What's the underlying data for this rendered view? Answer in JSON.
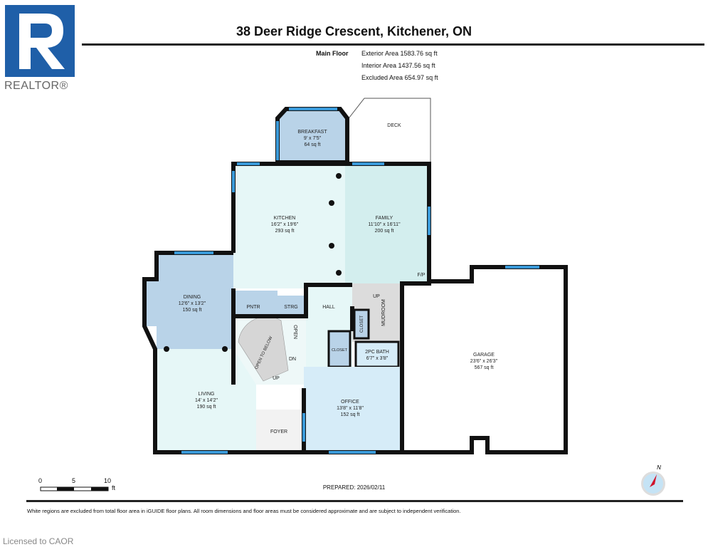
{
  "header": {
    "title": "38 Deer Ridge Crescent, Kitchener, ON"
  },
  "summary": {
    "floor": "Main Floor",
    "exterior": "Exterior Area 1583.76 sq ft",
    "interior": "Interior Area 1437.56 sq ft",
    "excluded": "Excluded Area 654.97 sq ft"
  },
  "logo": {
    "text": "REALTOR®",
    "letter": "R"
  },
  "rooms": {
    "breakfast": {
      "name": "BREAKFAST",
      "dims": "9' x 7'5\"",
      "area": "64 sq ft"
    },
    "deck": {
      "name": "DECK"
    },
    "kitchen": {
      "name": "KITCHEN",
      "dims": "16'2\" x 19'6\"",
      "area": "293 sq ft"
    },
    "family": {
      "name": "FAMILY",
      "dims": "11'10\" x 16'11\"",
      "area": "200 sq ft"
    },
    "fp": {
      "name": "F/P"
    },
    "dining": {
      "name": "DINING",
      "dims": "12'6\" x 13'2\"",
      "area": "150 sq ft"
    },
    "pntr": {
      "name": "PNTR"
    },
    "strg": {
      "name": "STRG"
    },
    "hall": {
      "name": "HALL"
    },
    "open": {
      "name": "OPEN"
    },
    "open_below": {
      "name": "OPEN TO BELOW"
    },
    "dn": {
      "name": "DN"
    },
    "up_stair": {
      "name": "UP"
    },
    "up_mud": {
      "name": "UP"
    },
    "mudroom": {
      "name": "MUDROOM"
    },
    "closet1": {
      "name": "CLOSET"
    },
    "closet2": {
      "name": "CLOSET"
    },
    "bath": {
      "name": "2PC BATH",
      "dims": "6'7\" x 3'8\""
    },
    "garage": {
      "name": "GARAGE",
      "dims": "23'6\" x 26'3\"",
      "area": "567 sq ft"
    },
    "living": {
      "name": "LIVING",
      "dims": "14' x 14'2\"",
      "area": "190 sq ft"
    },
    "foyer": {
      "name": "FOYER"
    },
    "office": {
      "name": "OFFICE",
      "dims": "13'8\" x 11'8\"",
      "area": "152 sq ft"
    }
  },
  "scale": {
    "labels": [
      "0",
      "5",
      "10"
    ],
    "unit": "ft"
  },
  "compass": {
    "label": "N",
    "icon": "compass-icon"
  },
  "footer": {
    "prepared": "PREPARED: 2026/02/11",
    "disclaimer": "White regions are excluded from total floor area in iGUIDE floor plans. All room dimensions and floor areas must be considered approximate and are subject to independent verification.",
    "licensed": "Licensed to CAOR"
  },
  "colors": {
    "window": "#3a9ad9",
    "wall": "#111111",
    "blue_room": "#b9d3e8",
    "light_room": "#e6f7f7",
    "teal_room": "#d3eeee",
    "grey_room": "#dcdcdc",
    "office": "#d6ecf8",
    "realtor": "#1f5fa8"
  }
}
